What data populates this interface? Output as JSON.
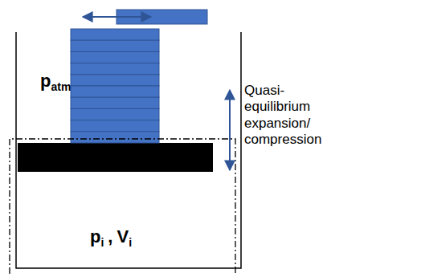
{
  "diagram": {
    "labels": [
      "p",
      "atm",
      "p",
      "i",
      ",",
      "V",
      "i",
      "Quasi-equilibrium expansion/ compression"
    ]
  }
}
